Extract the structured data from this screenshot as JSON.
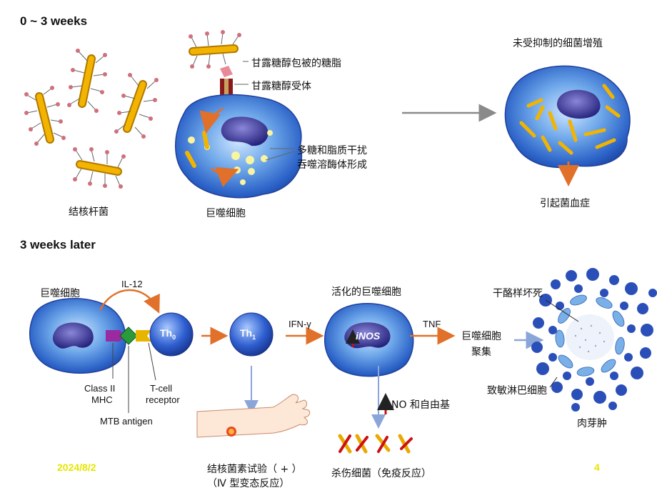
{
  "sections": {
    "early": "0 ~ 3 weeks",
    "late": "3 weeks later"
  },
  "early": {
    "bacteria_label": "结核杆菌",
    "macrophage_label": "巨噬细胞",
    "glycolipid_label": "甘露糖醇包被的糖脂",
    "receptor_label": "甘露糖醇受体",
    "interfere_line1": "多糖和脂质干扰",
    "interfere_line2": "吞噬溶酶体形成",
    "proliferation_label": "未受抑制的细菌增殖",
    "bacteremia_label": "引起菌血症"
  },
  "late": {
    "macrophage_label": "巨噬细胞",
    "il12": "IL-12",
    "th0": "Th",
    "th0_sub": "0",
    "th1": "Th",
    "th1_sub": "1",
    "class2_line1": "Class II",
    "class2_line2": "MHC",
    "tcr_line1": "T-cell",
    "tcr_line2": "receptor",
    "mtb_antigen": "MTB antigen",
    "ifn": "IFN-γ",
    "activated_label": "活化的巨噬细胞",
    "inos": "iNOS",
    "tnf": "TNF",
    "aggregate_line1": "巨噬细胞",
    "aggregate_line2": "聚集",
    "caseous_label": "干酪样坏死",
    "sensitized_label": "致敏淋巴细胞",
    "granuloma_label": "肉芽肿",
    "no_label": "NO 和自由基",
    "tb_test_line1": "结核菌素试验（ + ）",
    "tb_test_line2": "（Ⅳ 型变态反应）",
    "kill_label": "杀伤细菌（免疫反应）"
  },
  "footer": {
    "date": "2024/8/2",
    "page": "4"
  },
  "colors": {
    "cell_blue": "#2f6fd0",
    "cell_light": "#8cc0f0",
    "nucleus": "#2a2a8a",
    "bacterium": "#e8a900",
    "arrow_orange": "#e0702a",
    "arrow_gray": "#8a8a8a",
    "arrow_blue": "#8aa6d8",
    "footer_yellow": "#e6e600",
    "red_arrow": "#cc1010"
  }
}
